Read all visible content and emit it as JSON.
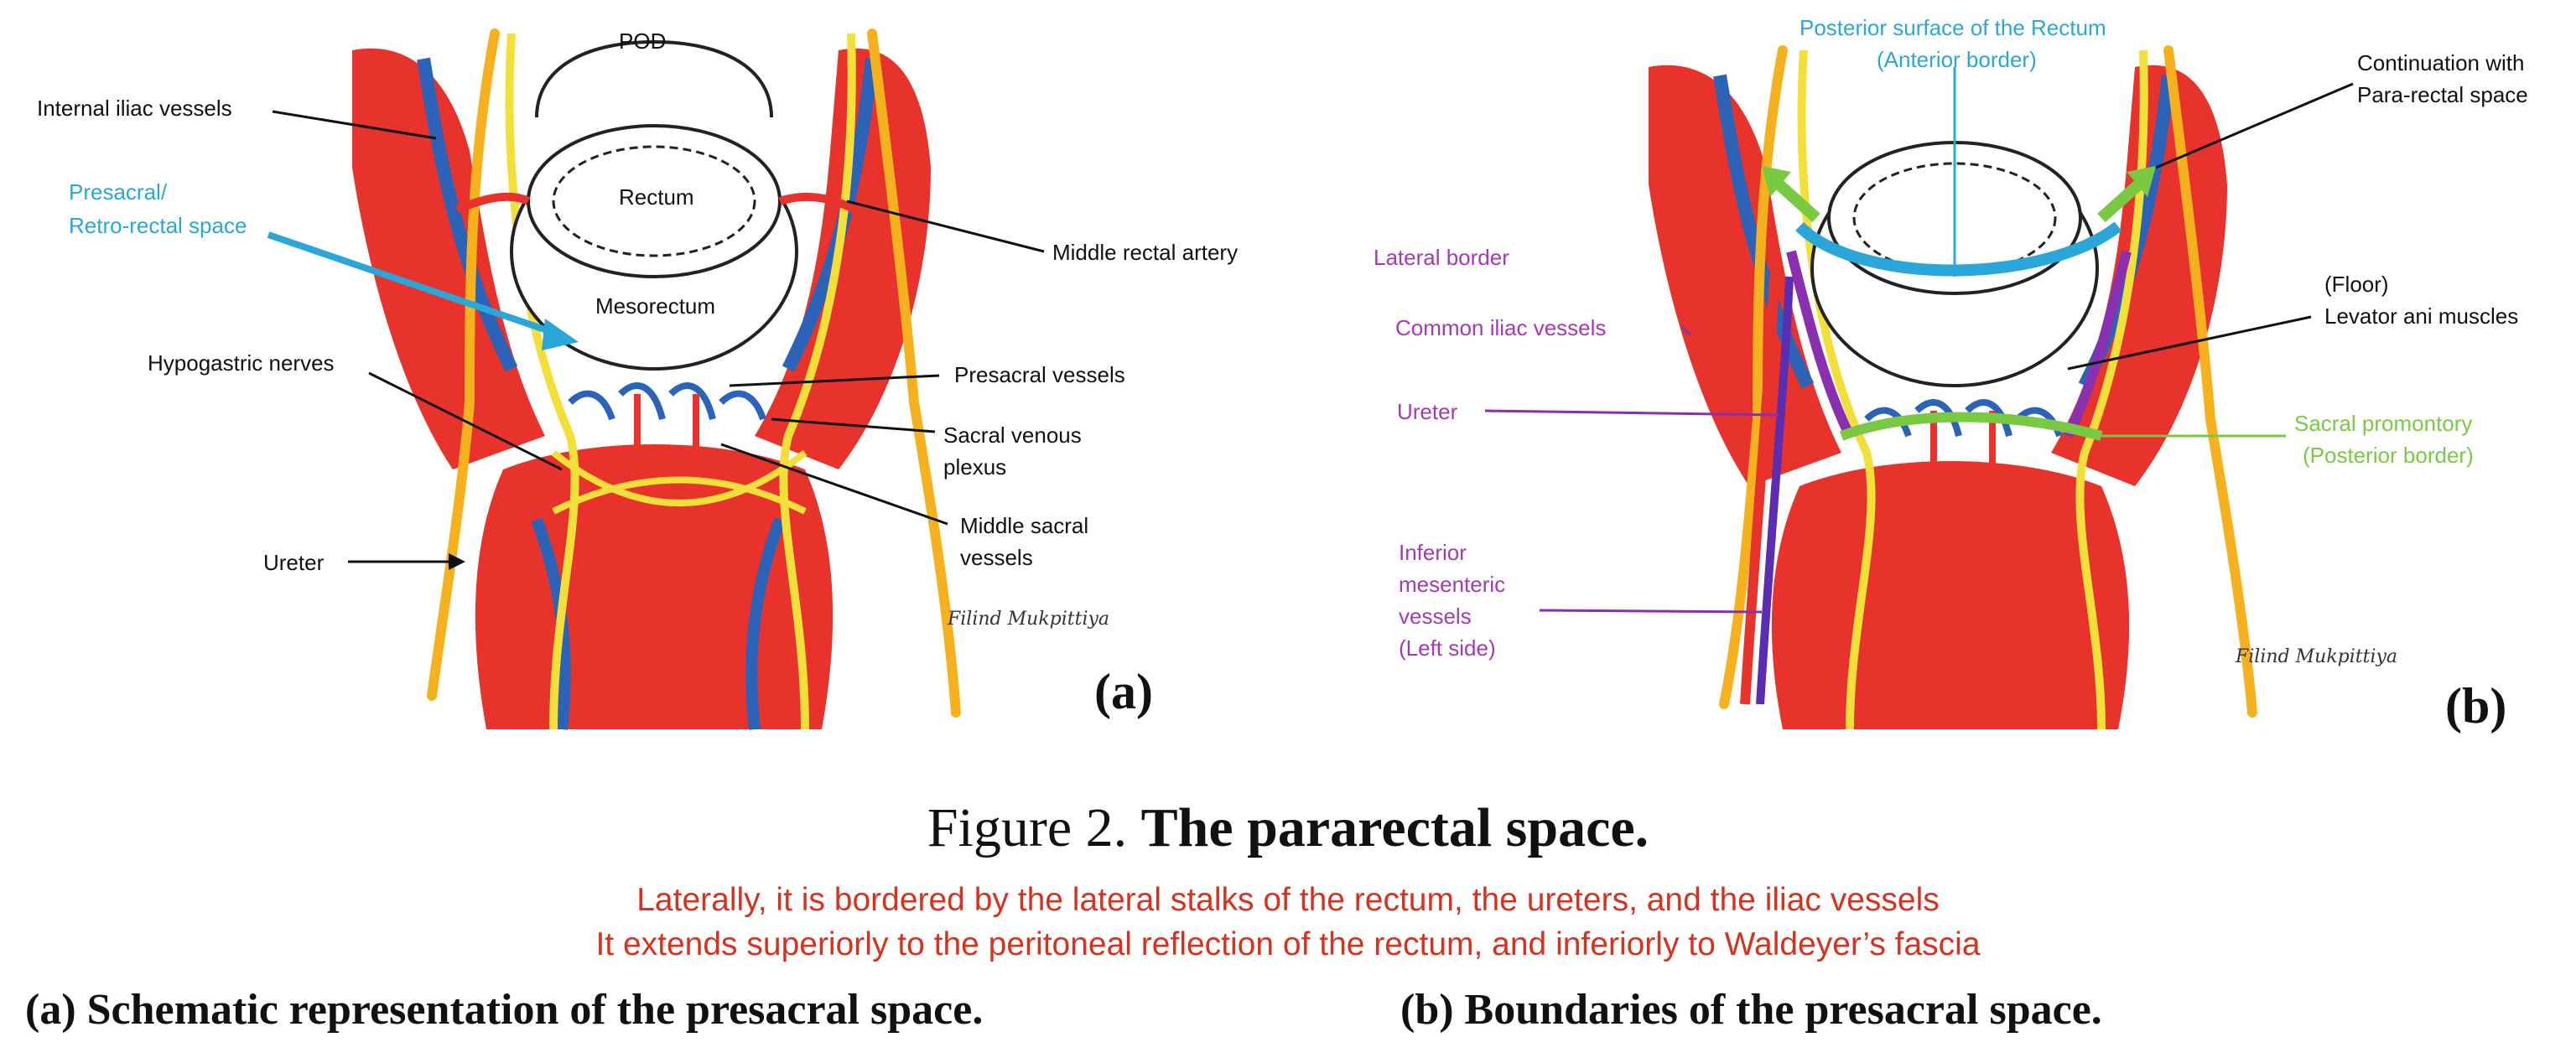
{
  "panel_a": {
    "letter": "(a)",
    "labels": {
      "pod": "POD",
      "internal_iliac": "Internal iliac vessels",
      "presacral_1": "Presacral/",
      "presacral_2": "Retro-rectal space",
      "rectum": "Rectum",
      "mesorectum": "Mesorectum",
      "middle_rectal": "Middle rectal artery",
      "hypogastric": "Hypogastric nerves",
      "presacral_vessels": "Presacral vessels",
      "sacral_venous_1": "Sacral venous",
      "sacral_venous_2": "plexus",
      "middle_sacral_1": "Middle sacral",
      "middle_sacral_2": "vessels",
      "ureter": "Ureter"
    },
    "signature": "Filind Mukpittiya"
  },
  "panel_b": {
    "letter": "(b)",
    "labels": {
      "posterior_surface_1": "Posterior surface of the Rectum",
      "posterior_surface_2": "(Anterior border)",
      "continuation_1": "Continuation with",
      "continuation_2": "Para-rectal space",
      "lateral_border": "Lateral border",
      "common_iliac": "Common iliac vessels",
      "floor_1": "(Floor)",
      "floor_2": "Levator ani muscles",
      "ureter": "Ureter",
      "sacral_promontory_1": "Sacral promontory",
      "sacral_promontory_2": "(Posterior border)",
      "ims_1": "Inferior",
      "ims_2": "mesenteric",
      "ims_3": "vessels",
      "ims_4": "(Left side)"
    },
    "signature": "Filind Mukpittiya"
  },
  "caption": {
    "figure_prefix": "Figure 2.",
    "figure_title": "The pararectal space.",
    "note_line_1": "Laterally, it is bordered by the lateral stalks of the rectum, the ureters, and the iliac vessels",
    "note_line_2": "It extends superiorly to the peritoneal reflection of the rectum, and inferiorly to Waldeyer’s fascia",
    "subcaption_a": "(a) Schematic representation of the presacral space.",
    "subcaption_b": "(b) Boundaries of the presacral space."
  },
  "colors": {
    "artery_red": "#e8322c",
    "vein_blue": "#2a63b8",
    "ureter_orange": "#f5b21e",
    "nerve_yellow": "#f2df3a",
    "cyan_label": "#2aa7d8",
    "purple_label": "#a43ab3",
    "green_label": "#7ac943",
    "caption_red": "#d8321f"
  }
}
